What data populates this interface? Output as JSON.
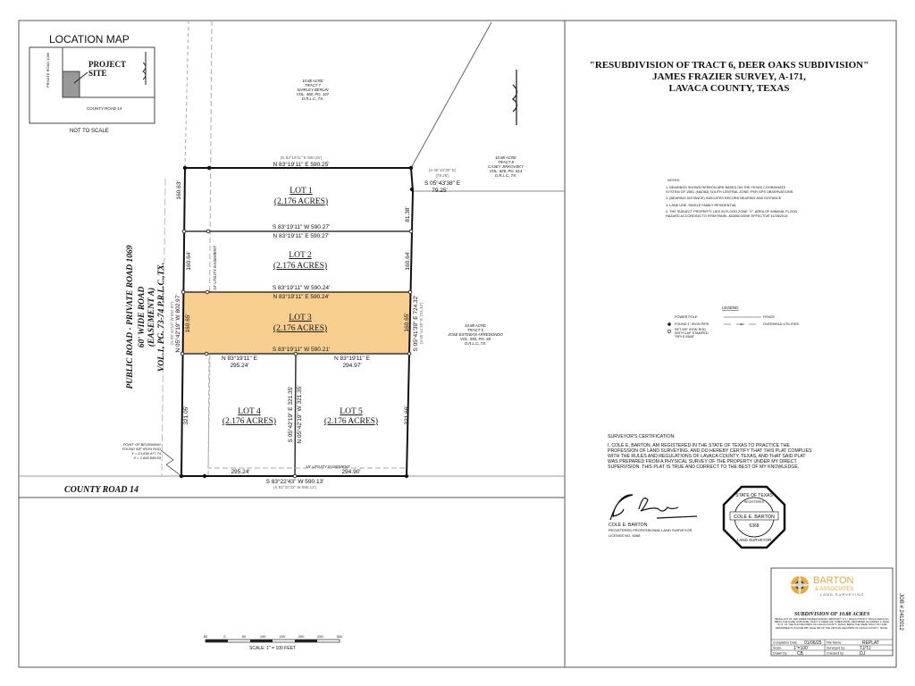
{
  "title": {
    "line1": "\"RESUBDIVISION OF TRACT 6, DEER OAKS SUBDIVISION\"",
    "line2": "JAMES FRAZIER SURVEY, A-171,",
    "line3": "LAVACA COUNTY, TEXAS"
  },
  "location_map": {
    "title": "LOCATION MAP",
    "road_vertical": "PRIVATE ROAD 1069",
    "road_horizontal": "COUNTY ROAD 14",
    "site_label_1": "PROJECT",
    "site_label_2": "SITE",
    "scale_note": "NOT TO SCALE"
  },
  "adjoiners": {
    "tract7": [
      "10.88 ACRE",
      "TRACT 7",
      "SHIRLEY BERLIN",
      "VOL. 460, PG. 167",
      "O.R.L.C.,TX."
    ],
    "tract8": [
      "10.88 ACRE",
      "TRACT 8",
      "CASEY JIRKOVSKY",
      "VOL. 826, PG. 614",
      "O.R.L.C.,TX."
    ],
    "tract5": [
      "10.88 ACRE",
      "TRACT 5",
      "JOSE ESTEBAN ARREDONDO",
      "VOL. 593, PG. 48",
      "O.R.L.C.,TX."
    ]
  },
  "roads": {
    "west": [
      "PUBLIC ROAD - PRIVATE ROAD 1069",
      "60' WIDE ROAD",
      "(EASEMENT A)",
      "VOL.1, PG. 73-74 P.R.L.C.,TX."
    ],
    "south": "COUNTY ROAD 14"
  },
  "lots": [
    {
      "name": "LOT 1",
      "area": "(2.176 ACRES)"
    },
    {
      "name": "LOT 2",
      "area": "(2.176 ACRES)"
    },
    {
      "name": "LOT 3",
      "area": "(2.176 ACRES)"
    },
    {
      "name": "LOT 4",
      "area": "(2.176 ACRES)"
    },
    {
      "name": "LOT 5",
      "area": "(2.176 ACRES)"
    }
  ],
  "calls": {
    "north_record": "(N 83°19'11\" E    590.25')",
    "north": "N 83°19'11\" E    590.25'",
    "l1_south": "S 83°19'11\" W    590.27'",
    "l2_north": "N 83°19'11\" E    590.27'",
    "l2_south": "S 83°19'11\" W    590.24'",
    "l3_north": "N 83°19'11\" E    590.24'",
    "l3_south": "S 83°19'11\" W    590.21'",
    "l4_north": "N 83°19'11\" E",
    "l4_north_dist": "295.24'",
    "l5_north": "N 83°19'11\" E",
    "l5_north_dist": "294.97'",
    "south": "S 83°22'43\" W    590.13'",
    "south_record": "(S 83°22'43\" W    590.13')",
    "south_l4": "295.24'",
    "south_l5": "294.90'",
    "ne_record": "(S 05°43'38\" E)",
    "ne_record_dist": "(79.25')",
    "ne": "S 05°43'38\" E",
    "ne_dist": "79.25'",
    "west": "N 05°42'19\" W    802.97'",
    "west_record": "(N 05°42'19\" W    802.97')",
    "east": "S 05°41'39\" E    724.32'",
    "east_record": "(S 05°41'39\" E    724.32')",
    "mid": "S 05°42'19\" E    321.35'",
    "mid2": "N 05°42'19\" W    321.35'",
    "w1": "160.63'",
    "w2": "160.64'",
    "w3": "160.65'",
    "w4": "321.05'",
    "e1": "81.38'",
    "e2": "160.64'",
    "e3": "160.65'",
    "e4": "321.66'"
  },
  "easements": {
    "west": "15' UTILITY EASEMENT",
    "south": "15' UTILITY EASEMENT"
  },
  "point_of_beginning": [
    "POINT OF BEGINNING",
    "FOUND 5/8\" IRON ROD",
    "Y = 13,639,477.74",
    "X = 2,665,899.53"
  ],
  "notes": {
    "heading": "NOTES:",
    "items": [
      "1.  BEARINGS SHOWN HEREON ARE BASED ON THE TEXAS COORDINATE SYSTEM OF 1983, (NAD83) SOUTH CENTRAL ZONE, PER GPS OBSERVATIONS.",
      "2.  (BEARING DISTANCE) INDICATES RECORD BEARING AND DISTANCE.",
      "3.  LAND USE: SINGLE FAMILY RESIDENTIAL",
      "4.  THE SUBJECT PROPERTY LIES IN FLOOD ZONE \"X\", AREA OF MINIMAL FLOOD HAZARD ACCORDING TO FIRM PANEL 48285C0000E EFFECTIVE 11/28/2010."
    ]
  },
  "legend": {
    "heading": "LEGEND",
    "power_pole": "POWER POLE",
    "iron_pipe": "FOUND 1\" IRON PIPE",
    "iron_rod": [
      "SET 5/8\" IRON ROD",
      "WITH CAP STAMPED",
      "\"RPLS 6368\""
    ],
    "fence": "FENCE",
    "overhead": "OVERHEAD UTILITIES",
    "oh_mark": "OH"
  },
  "certification": {
    "heading": "SURVEYOR'S CERTIFICATION:",
    "lines": [
      "I, COLE E. BARTON, AM REGISTERED IN THE STATE OF TEXAS TO PRACTICE THE",
      "PROFESSION OF LAND SURVEYING, AND DO HEREBY CERTIFY THAT THIS PLAT COMPLIES",
      "WITH THE RULES AND REGULATIONS OF LAVACA COUNTY, TEXAS, AND THAT SAID PLAT",
      "WAS PREPARED FROM A PHYSICAL SURVEY OF THE PROPERTY UNDER MY DIRECT",
      "SUPERVISION.   THIS PLAT IS TRUE AND CORRECT TO THE BEST OF MY KNOWLEDGE."
    ],
    "signer": "COLE E. BARTON",
    "signer_title": "REGISTERED PROFESSIONAL LAND SURVEYOR",
    "license": "LICENSE NO. 6368"
  },
  "seal": {
    "state": "STATE OF TEXAS",
    "registered": "REGISTERED",
    "name": "COLE E. BARTON",
    "number": "6368",
    "bottom": "LAND SURVEYOR"
  },
  "title_block": {
    "company": "BARTON",
    "company_sub": "& ASSOCIATES",
    "company_tag": "LAND SURVEYING",
    "subdivision": "SUBDIVISION OF 10.88 ACRES",
    "description": "BEING OUT OF THE JAMES FRAZIER SURVEY, ABSTRACT 171, LAVACA COUNTY, TEXAS AND ALSO BEING THE SAME 10.88 ACRE, TRACT 6, DEER OAK SUBDIVISION, RECORDED IN CABINET 1, PAGE 73-74, OF THE PLAT RECORDS OF LAVACA COUNTY, TEXAS, BEING THE SAME TRACT OF LAND DESCRIBED IN VOLUME 985, PAGE 800 OF THE OFFICIAL RECORDS OF LAVACA COUNTY, TEXAS.",
    "completion_label": "Completion Date:",
    "completion": "01/06/25",
    "file_label": "File Name:",
    "file": "REPLAT",
    "scale_label": "Scale:",
    "scale": "1\"=100'",
    "surveyed_label": "Surveyed by:",
    "surveyed": "TJ/TJ",
    "drawn_label": "Drawn by:",
    "drawn": "CB",
    "checked_label": "Checked by:",
    "checked": "DJ",
    "job": "JOB # 2412012"
  },
  "scale_bar": {
    "ticks": [
      "50",
      "0",
      "50",
      "100",
      "150",
      "200",
      "250",
      "300"
    ],
    "label": "SCALE: 1\" = 100 FEET"
  },
  "colors": {
    "lot3_fill": "#f8cf8f",
    "brand_gold": "#e8a93a"
  }
}
